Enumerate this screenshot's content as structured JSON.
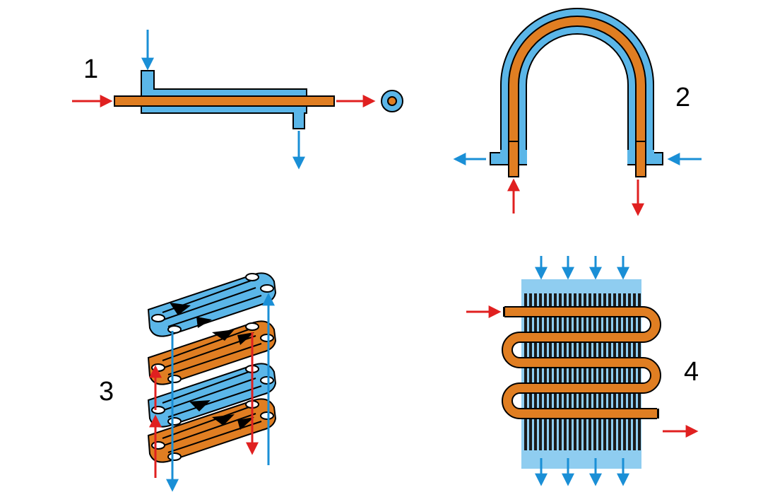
{
  "colors": {
    "cold_fluid": "#5bb6e8",
    "hot_fluid": "#e07e22",
    "hot_arrow": "#e02020",
    "cold_arrow": "#1a8fd6",
    "outline": "#000000",
    "fin_band": "#8fcdf0",
    "flow_arrow": "#000000"
  },
  "diagrams": [
    {
      "id": "double-pipe",
      "label": "1"
    },
    {
      "id": "coiled-tube",
      "label": "2"
    },
    {
      "id": "plate",
      "label": "3"
    },
    {
      "id": "finned-coil",
      "label": "4"
    }
  ]
}
